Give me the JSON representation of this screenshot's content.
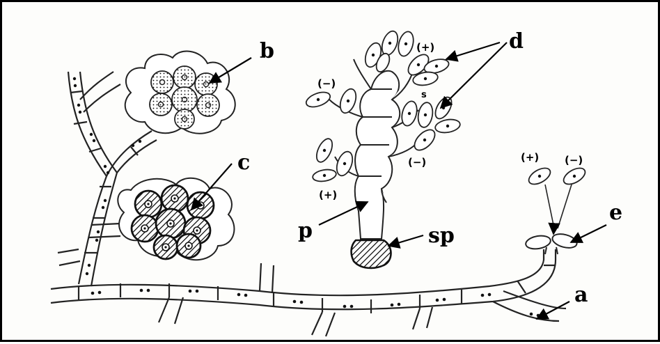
{
  "diagram": {
    "labels": {
      "a": "a",
      "b": "b",
      "c": "c",
      "d": "d",
      "e": "e",
      "p": "p",
      "sp": "sp"
    },
    "signs": {
      "plus_top": "(+)",
      "minus_left": "(−)",
      "plus_left": "(+)",
      "minus_mid": "(−)",
      "s_mark": "s",
      "plus_right": "(+)",
      "minus_right": "(−)"
    }
  }
}
